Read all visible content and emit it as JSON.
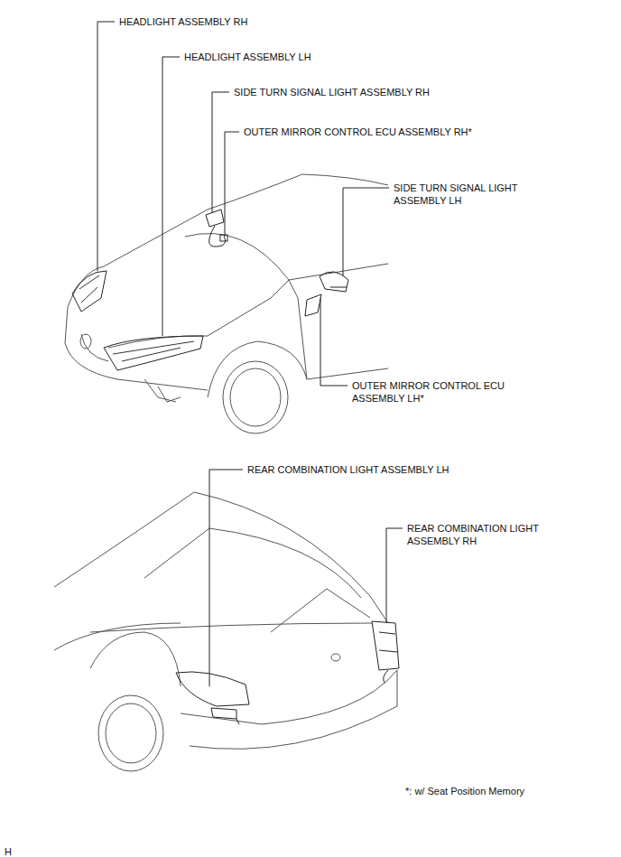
{
  "diagram": {
    "labels": [
      "HEADLIGHT ASSEMBLY RH",
      "HEADLIGHT ASSEMBLY LH",
      "SIDE TURN SIGNAL LIGHT ASSEMBLY RH",
      "OUTER MIRROR CONTROL ECU ASSEMBLY RH*",
      "SIDE TURN SIGNAL LIGHT ASSEMBLY LH",
      "OUTER MIRROR CONTROL ECU ASSEMBLY LH*",
      "REAR COMBINATION LIGHT ASSEMBLY LH",
      "REAR COMBINATION LIGHT ASSEMBLY RH",
      "*: w/ Seat Position Memory",
      "H"
    ]
  }
}
